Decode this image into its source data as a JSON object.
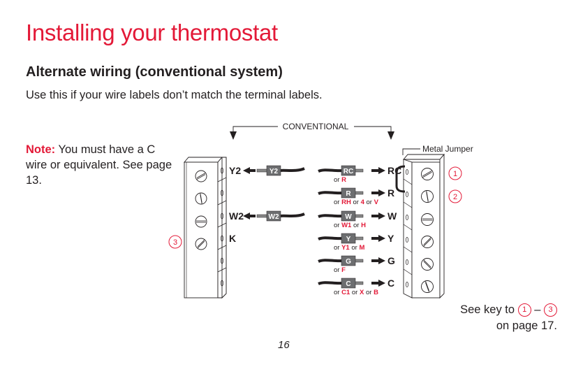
{
  "page": {
    "title": "Installing your thermostat",
    "subtitle": "Alternate wiring (conventional system)",
    "intro": "Use this if your wire labels don’t match the terminal labels.",
    "note": {
      "label": "Note:",
      "text": " You must have a C wire or equivalent. See page 13."
    },
    "see_key": {
      "prefix": "See key to ",
      "from": "1",
      "dash": " – ",
      "to": "3",
      "suffix": "on page 17."
    },
    "page_number": "16",
    "accent_color": "#e31937"
  },
  "diagram": {
    "header_label": "CONVENTIONAL",
    "metal_jumper_label": "Metal Jumper",
    "left_block": {
      "terminals": [
        "Y2",
        "",
        "W2",
        "K",
        "",
        ""
      ],
      "callout": "3"
    },
    "left_wires": [
      {
        "terminal": "Y2",
        "tag": "Y2"
      },
      {
        "terminal": "W2",
        "tag": "W2"
      }
    ],
    "right_wires": [
      {
        "terminal": "RC",
        "tag": "RC",
        "alternates": [
          "R"
        ]
      },
      {
        "terminal": "R",
        "tag": "R",
        "alternates": [
          "RH",
          "4",
          "V"
        ]
      },
      {
        "terminal": "W",
        "tag": "W",
        "alternates": [
          "W1",
          "H"
        ]
      },
      {
        "terminal": "Y",
        "tag": "Y",
        "alternates": [
          "Y1",
          "M"
        ]
      },
      {
        "terminal": "G",
        "tag": "G",
        "alternates": [
          "F"
        ]
      },
      {
        "terminal": "C",
        "tag": "C",
        "alternates": [
          "C1",
          "X",
          "B"
        ]
      }
    ],
    "alt_connector": "or",
    "right_block": {
      "callouts": [
        "1",
        "2"
      ]
    }
  }
}
